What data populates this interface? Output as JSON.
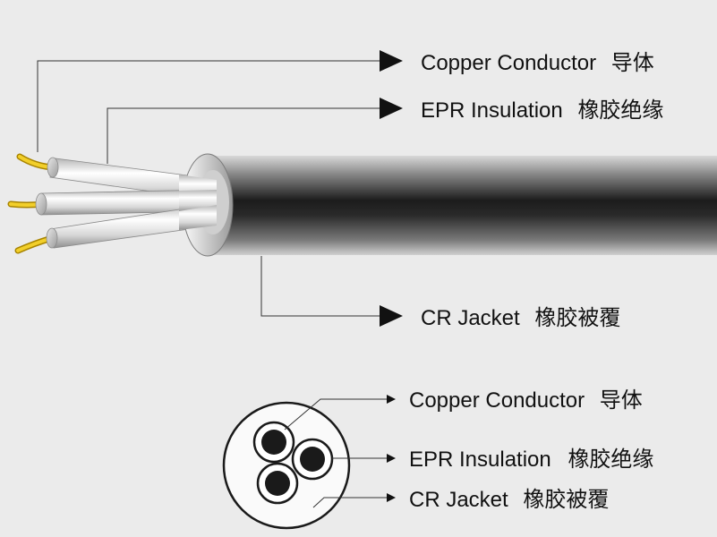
{
  "side_view": {
    "labels": [
      {
        "en": "Copper Conductor",
        "zh": "导体"
      },
      {
        "en": "EPR Insulation",
        "zh": "橡胶绝缘"
      },
      {
        "en": "CR Jacket",
        "zh": "橡胶被覆"
      }
    ]
  },
  "cross_section": {
    "labels": [
      {
        "en": "Copper Conductor",
        "zh": "导体"
      },
      {
        "en": "EPR Insulation",
        "zh": "橡胶绝缘"
      },
      {
        "en": "CR Jacket",
        "zh": "橡胶被覆"
      }
    ]
  },
  "colors": {
    "background": "#ebebeb",
    "jacket_dark": "#1a1a1a",
    "jacket_light": "#c9c9c9",
    "insulation": "#e6e6e6",
    "conductor": "#f0c419",
    "line": "#333333"
  }
}
